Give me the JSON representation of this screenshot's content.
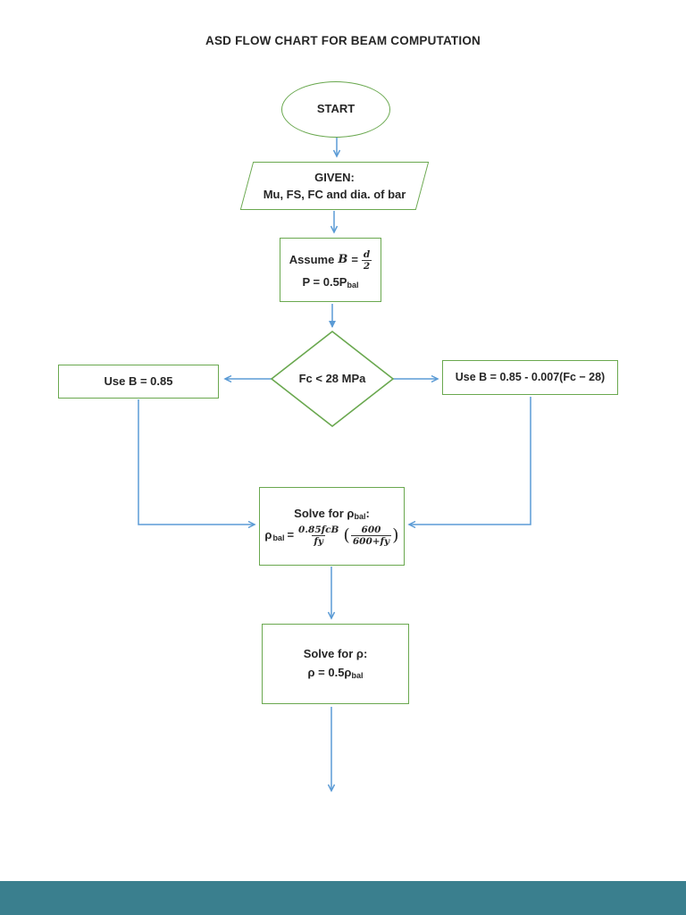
{
  "title": "ASD FLOW CHART FOR BEAM COMPUTATION",
  "colors": {
    "shape_border": "#6aa84f",
    "connector": "#5b9bd5",
    "text": "#262626",
    "footer_bar": "#3a7f8e"
  },
  "nodes": {
    "start": {
      "label": "START"
    },
    "given": {
      "heading": "GIVEN:",
      "body": "Mu, FS, FC and dia. of bar"
    },
    "assume": {
      "keyword": "Assume",
      "variable": "B",
      "equals": "=",
      "fraction_numerator": "d",
      "fraction_denominator": "2",
      "line2_text": "P = 0.5P",
      "line2_subscript": "bal"
    },
    "decision": {
      "label": "Fc < 28 MPa"
    },
    "use_b_left": {
      "label": "Use B = 0.85"
    },
    "use_b_right": {
      "label": "Use B = 0.85 - 0.007(Fc − 28)"
    },
    "solve_rho_bal": {
      "title_prefix": "Solve for ρ",
      "title_subscript": "bal",
      "title_suffix": ":",
      "lhs_symbol": "ρ",
      "lhs_subscript": "bal",
      "equals": "=",
      "fraction1_numerator": "0.85fcB",
      "fraction1_denominator": "fy",
      "open_paren": "(",
      "fraction2_numerator": "600",
      "fraction2_denominator": "600+fy",
      "close_paren": ")"
    },
    "solve_rho": {
      "title": "Solve for ρ:",
      "body_text": "ρ = 0.5ρ",
      "body_subscript": "bal"
    }
  },
  "edges": [
    {
      "from": "start",
      "to": "given"
    },
    {
      "from": "given",
      "to": "assume"
    },
    {
      "from": "assume",
      "to": "decision"
    },
    {
      "from": "decision",
      "to": "use_b_left"
    },
    {
      "from": "decision",
      "to": "use_b_right"
    },
    {
      "from": "use_b_left",
      "to": "solve_rho_bal"
    },
    {
      "from": "use_b_right",
      "to": "solve_rho_bal"
    },
    {
      "from": "solve_rho_bal",
      "to": "solve_rho"
    },
    {
      "from": "solve_rho",
      "to": "continuation"
    }
  ]
}
